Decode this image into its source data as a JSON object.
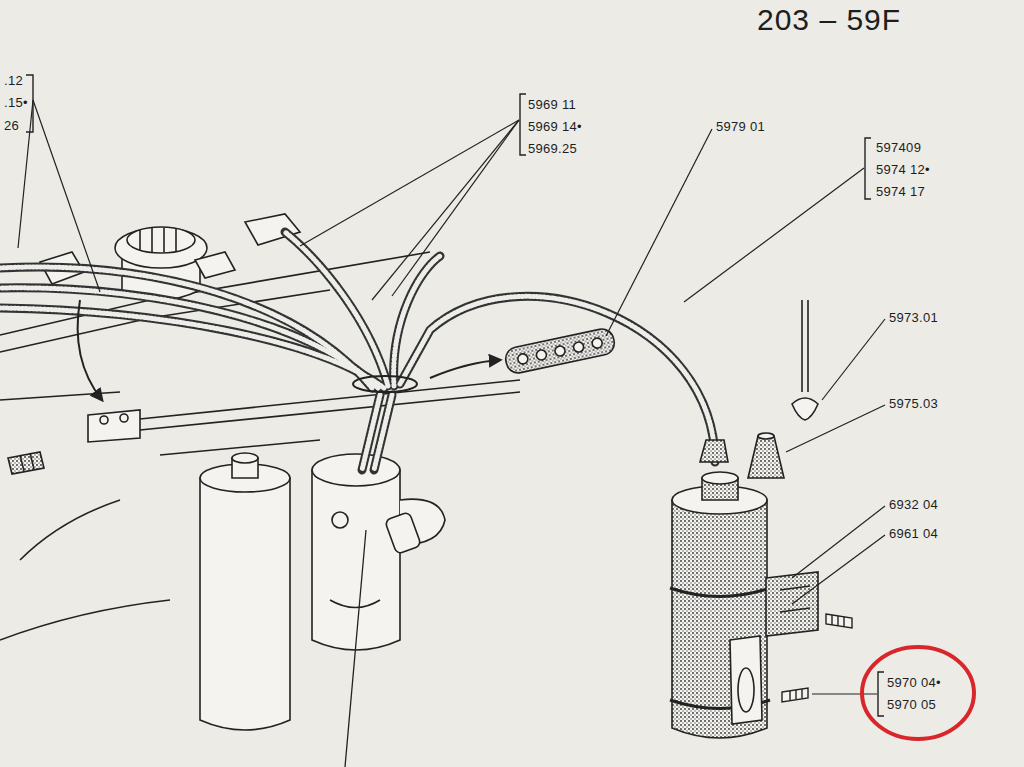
{
  "diagram": {
    "title": "203 – 59F",
    "labels": [
      ".12",
      ".15•",
      "26",
      "5969 11",
      "5969 14•",
      "5969.25",
      "5979 01",
      "597409",
      "5974 12•",
      "5974 17",
      "5973.01",
      "5975.03",
      "6932 04",
      "6961 04",
      "5970 04•",
      "5970 05"
    ]
  }
}
